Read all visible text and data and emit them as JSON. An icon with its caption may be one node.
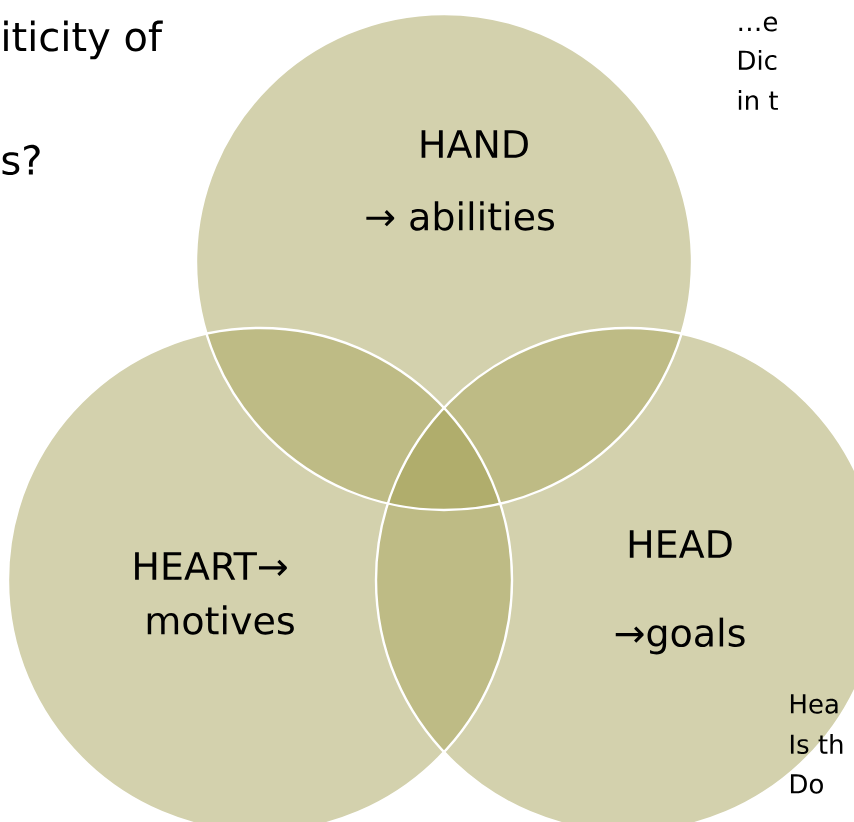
{
  "diagram": {
    "nodes": [
      {
        "text": [
          "HAND",
          "→ abilities"
        ]
      },
      {
        "text": [
          "HEART→",
          "motives"
        ]
      },
      {
        "text": [
          "HEAD",
          "→goals"
        ]
      }
    ],
    "labels": [
      "iticity of",
      "s?",
      "…e",
      "Dic",
      "in t",
      "Hea",
      "Is th",
      "Do"
    ]
  }
}
